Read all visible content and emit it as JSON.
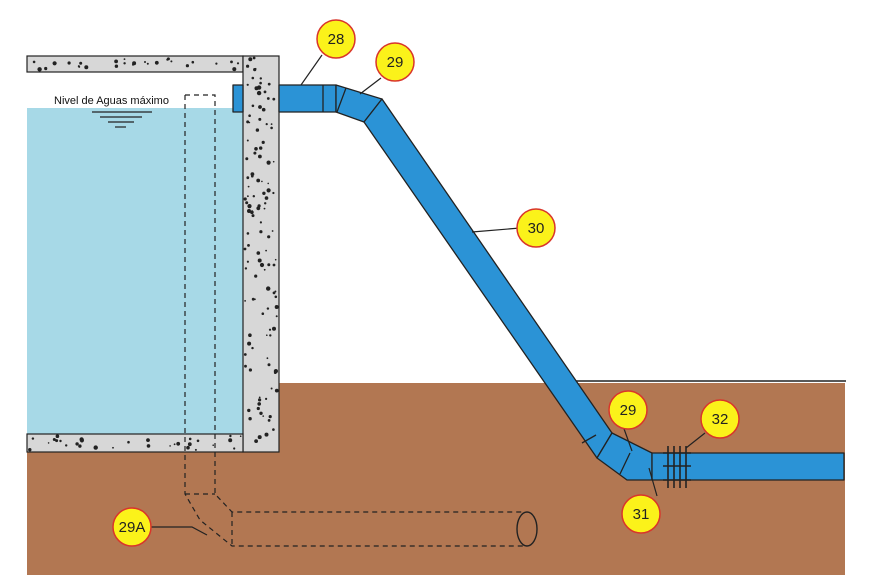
{
  "water_level_label": "Nivel de Aguas máximo",
  "callouts": {
    "c28": "28",
    "c29_top": "29",
    "c30": "30",
    "c29_bottom": "29",
    "c32": "32",
    "c31": "31",
    "c29A": "29A"
  },
  "colors": {
    "water": "#a7d9e7",
    "pipe": "#2b93d6",
    "soil": "#b27752",
    "concrete": "#d7d7d7",
    "callout_fill": "#fbf21a",
    "callout_border": "#d9352a"
  }
}
